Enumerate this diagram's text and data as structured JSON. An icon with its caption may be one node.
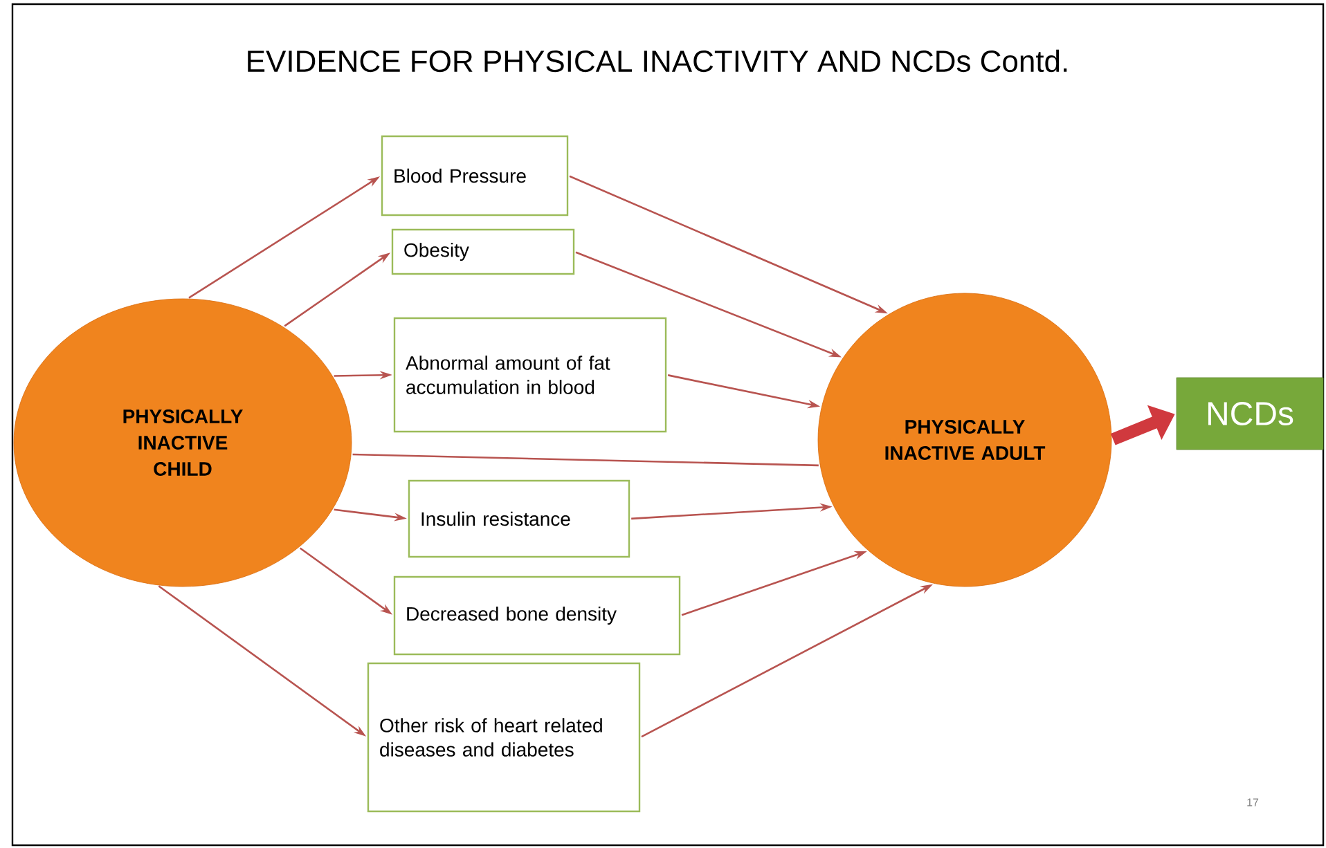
{
  "diagram": {
    "title": "EVIDENCE FOR PHYSICAL INACTIVITY AND NCDs Contd.",
    "nodes": [
      {
        "text": [
          "PHYSICALLY INACTIVE CHILD"
        ]
      },
      {
        "text": [
          "Blood Pressure"
        ]
      },
      {
        "text": [
          "Obesity"
        ]
      },
      {
        "text": [
          "Abnormal amount of fat accumulation in blood"
        ]
      },
      {
        "text": [
          "Insulin resistance"
        ]
      },
      {
        "text": [
          "Decreased bone density"
        ]
      },
      {
        "text": [
          "Other risk of heart related diseases and diabetes"
        ]
      },
      {
        "text": [
          "PHYSICALLY INACTIVE ADULT"
        ]
      },
      {
        "text": [
          "NCDs"
        ]
      }
    ],
    "edges": [
      {
        "from": 0,
        "to": 1,
        "arrow": "to"
      },
      {
        "from": 0,
        "to": 2,
        "arrow": "to"
      },
      {
        "from": 0,
        "to": 3,
        "arrow": "to"
      },
      {
        "from": 0,
        "to": 7,
        "arrow": "none"
      },
      {
        "from": 0,
        "to": 4,
        "arrow": "to"
      },
      {
        "from": 0,
        "to": 5,
        "arrow": "to"
      },
      {
        "from": 0,
        "to": 6,
        "arrow": "to"
      },
      {
        "from": 1,
        "to": 7,
        "arrow": "to"
      },
      {
        "from": 2,
        "to": 7,
        "arrow": "to"
      },
      {
        "from": 3,
        "to": 7,
        "arrow": "to"
      },
      {
        "from": 4,
        "to": 7,
        "arrow": "to"
      },
      {
        "from": 5,
        "to": 7,
        "arrow": "to"
      },
      {
        "from": 6,
        "to": 7,
        "arrow": "to"
      },
      {
        "from": 7,
        "to": 8,
        "arrow": "to",
        "style": "thick",
        "color": "#d0393e"
      }
    ],
    "labels": [
      "17"
    ]
  }
}
